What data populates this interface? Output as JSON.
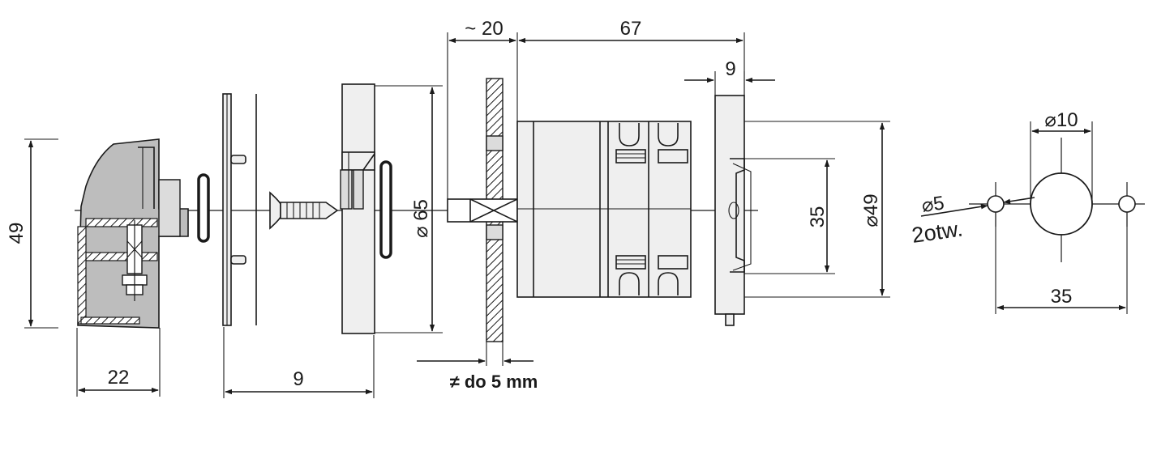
{
  "dimensions": {
    "knob_height": "49",
    "knob_depth": "22",
    "front_gap": "9",
    "plate_diameter": "⌀ 65",
    "shaft_projection": "~ 20",
    "body_length": "67",
    "rail_width": "9",
    "rail_height": "35",
    "body_diameter": "⌀49",
    "panel_thickness": "≠ do 5 mm",
    "cutout_center_hole": "⌀10",
    "cutout_side_holes": "⌀5",
    "cutout_holes_count": "2otw.",
    "cutout_spacing": "35"
  }
}
